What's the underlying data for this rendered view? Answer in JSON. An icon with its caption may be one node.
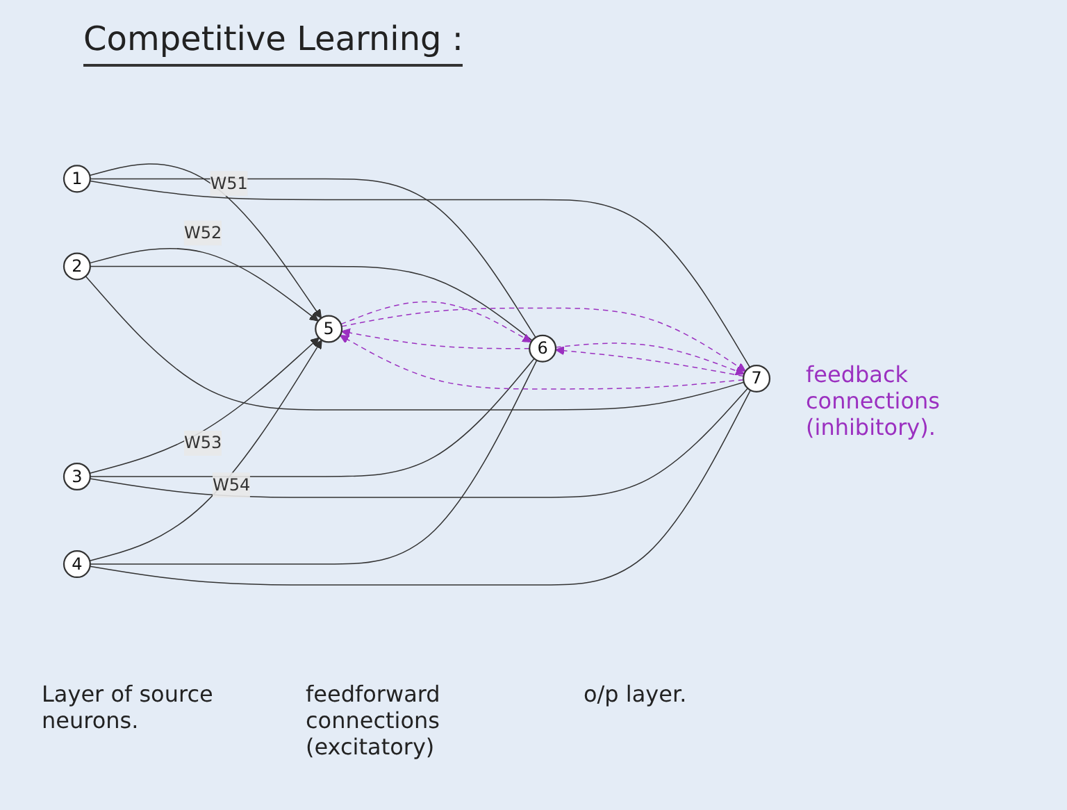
{
  "diagram": {
    "title": "Competitive Learning :",
    "nodes": [
      {
        "text": [
          "1"
        ]
      },
      {
        "text": [
          "2"
        ]
      },
      {
        "text": [
          "3"
        ]
      },
      {
        "text": [
          "4"
        ]
      },
      {
        "text": [
          "5"
        ]
      },
      {
        "text": [
          "6"
        ]
      },
      {
        "text": [
          "7"
        ]
      }
    ],
    "edges": [
      {
        "from": 0,
        "to": 4,
        "arrow": "to",
        "label": "W51"
      },
      {
        "from": 0,
        "to": 5,
        "arrow": "none"
      },
      {
        "from": 0,
        "to": 6,
        "arrow": "none"
      },
      {
        "from": 1,
        "to": 4,
        "arrow": "to",
        "label": "W52"
      },
      {
        "from": 1,
        "to": 5,
        "arrow": "none"
      },
      {
        "from": 1,
        "to": 6,
        "arrow": "none"
      },
      {
        "from": 2,
        "to": 4,
        "arrow": "to",
        "label": "W53"
      },
      {
        "from": 2,
        "to": 5,
        "arrow": "none"
      },
      {
        "from": 2,
        "to": 6,
        "arrow": "none"
      },
      {
        "from": 3,
        "to": 4,
        "arrow": "to",
        "label": "W54"
      },
      {
        "from": 3,
        "to": 5,
        "arrow": "none"
      },
      {
        "from": 3,
        "to": 6,
        "arrow": "none"
      },
      {
        "from": 4,
        "to": 5,
        "arrow": "to",
        "style": "dashed",
        "color": "#9b30c0"
      },
      {
        "from": 5,
        "to": 4,
        "arrow": "to",
        "style": "dashed",
        "color": "#9b30c0"
      },
      {
        "from": 5,
        "to": 6,
        "arrow": "to",
        "style": "dashed",
        "color": "#9b30c0"
      },
      {
        "from": 6,
        "to": 5,
        "arrow": "to",
        "style": "dashed",
        "color": "#9b30c0"
      },
      {
        "from": 4,
        "to": 6,
        "arrow": "to",
        "style": "dashed",
        "color": "#9b30c0"
      },
      {
        "from": 6,
        "to": 4,
        "arrow": "to",
        "style": "dashed",
        "color": "#9b30c0"
      }
    ],
    "labels": [
      "feedforward connections (excitatory)",
      "feedback connections (inhibitory).",
      "Layer of source neurons.",
      "o/p layer."
    ]
  }
}
